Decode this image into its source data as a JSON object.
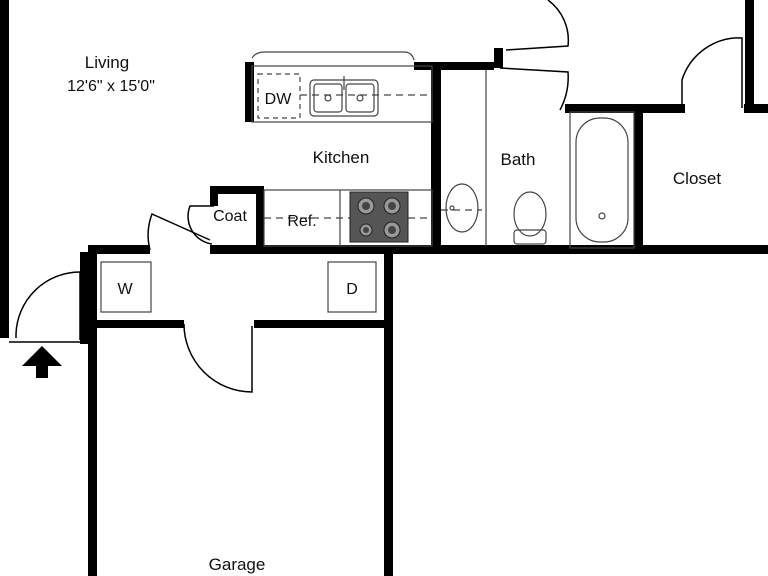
{
  "rooms": {
    "living": {
      "name": "Living",
      "size": "12'6\" x 15'0\""
    },
    "kitchen": {
      "name": "Kitchen"
    },
    "bath": {
      "name": "Bath"
    },
    "closet": {
      "name": "Closet"
    },
    "coat": {
      "name": "Coat"
    },
    "garage": {
      "name": "Garage"
    }
  },
  "fixtures": {
    "dishwasher": "DW",
    "refrigerator": "Ref.",
    "washer": "W",
    "dryer": "D"
  },
  "icons": {
    "entry": "entry-arrow-icon"
  },
  "colors": {
    "wall": "#000000",
    "fixture_line": "#444444",
    "cooktop": "#555555",
    "background": "#ffffff"
  }
}
